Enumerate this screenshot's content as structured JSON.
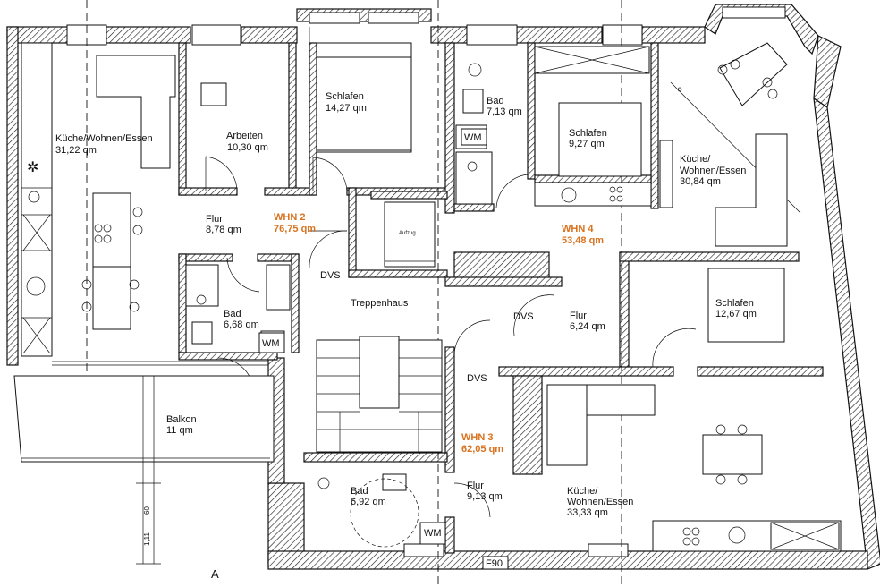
{
  "rooms": [
    {
      "name": "Küche/Wohnen/Essen",
      "area": "31,22 qm"
    },
    {
      "name": "Arbeiten",
      "area": "10,30 qm"
    },
    {
      "name": "Schlafen",
      "area": "14,27 qm"
    },
    {
      "name": "Bad",
      "area": "7,13 qm"
    },
    {
      "name": "Schlafen",
      "area": "9,27 qm"
    },
    {
      "name_line1": "Küche/",
      "name_line2": "Wohnen/Essen",
      "area": "30,84 qm"
    },
    {
      "name": "Flur",
      "area": "8,78 qm"
    },
    {
      "name": "Bad",
      "area": "6,68 qm"
    },
    {
      "name": "Schlafen",
      "area": "12,67 qm"
    },
    {
      "name": "Flur",
      "area": "6,24 qm"
    },
    {
      "name": "Balkon",
      "area": "11 qm"
    },
    {
      "name": "Bad",
      "area": "6,92 qm"
    },
    {
      "name": "Flur",
      "area": "9,13 qm"
    },
    {
      "name_line1": "Küche/",
      "name_line2": "Wohnen/Essen",
      "area": "33,33 qm"
    }
  ],
  "apartments": [
    {
      "name": "WHN 2",
      "area": "76,75 qm",
      "color": "#d9731f"
    },
    {
      "name": "WHN 4",
      "area": "53,48 qm",
      "color": "#d9731f"
    },
    {
      "name": "WHN 3",
      "area": "62,05 qm",
      "color": "#d9731f"
    }
  ],
  "labels": {
    "treppenhaus": "Treppenhaus",
    "aufzug": "Aufzug",
    "dvs": "DVS",
    "wm": "WM",
    "f90": "F90",
    "section": "A"
  },
  "dimensions": [
    "60",
    "1,11"
  ]
}
